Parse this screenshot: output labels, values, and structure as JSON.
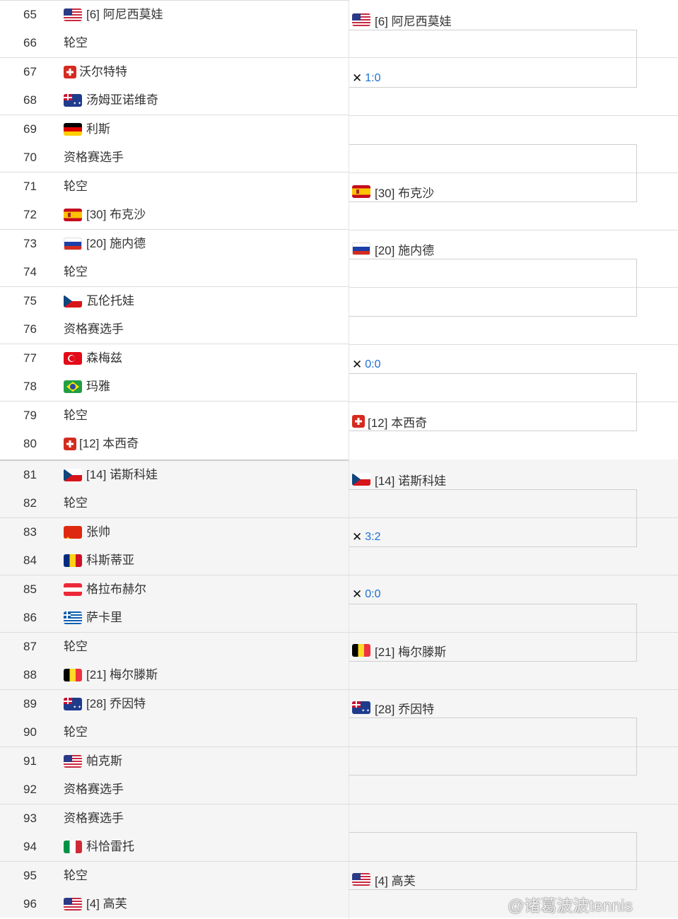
{
  "section_upper": {
    "pairs": [
      {
        "a": {
          "num": "65",
          "flag": "usa",
          "name": "[6] 阿尼西莫娃"
        },
        "b": {
          "num": "66",
          "flag": "",
          "name": "轮空"
        }
      },
      {
        "a": {
          "num": "67",
          "flag": "sui",
          "name": "沃尔特特"
        },
        "b": {
          "num": "68",
          "flag": "aus",
          "name": "汤姆亚诺维奇"
        }
      },
      {
        "a": {
          "num": "69",
          "flag": "ger",
          "name": "利斯"
        },
        "b": {
          "num": "70",
          "flag": "",
          "name": "资格赛选手"
        }
      },
      {
        "a": {
          "num": "71",
          "flag": "",
          "name": "轮空"
        },
        "b": {
          "num": "72",
          "flag": "esp",
          "name": "[30] 布克沙"
        }
      },
      {
        "a": {
          "num": "73",
          "flag": "rus",
          "name": "[20] 施内德"
        },
        "b": {
          "num": "74",
          "flag": "",
          "name": "轮空"
        }
      },
      {
        "a": {
          "num": "75",
          "flag": "cze",
          "name": "瓦伦托娃"
        },
        "b": {
          "num": "76",
          "flag": "",
          "name": "资格赛选手"
        }
      },
      {
        "a": {
          "num": "77",
          "flag": "tur",
          "name": "森梅兹"
        },
        "b": {
          "num": "78",
          "flag": "bra",
          "name": "玛雅"
        }
      },
      {
        "a": {
          "num": "79",
          "flag": "",
          "name": "轮空"
        },
        "b": {
          "num": "80",
          "flag": "sui",
          "name": "[12] 本西奇"
        }
      }
    ],
    "round2": [
      {
        "flag": "usa",
        "name": "[6] 阿尼西莫娃"
      },
      {
        "score_icon": "crossed-rackets-icon",
        "score": "1:0"
      },
      {
        "flag": "esp",
        "name": "[30] 布克沙"
      },
      {
        "flag": "rus",
        "name": "[20] 施内德"
      },
      {
        "score_icon": "crossed-rackets-icon",
        "score": "0:0"
      },
      {
        "flag": "sui",
        "name": "[12] 本西奇"
      }
    ]
  },
  "section_lower": {
    "pairs": [
      {
        "a": {
          "num": "81",
          "flag": "cze",
          "name": "[14] 诺斯科娃"
        },
        "b": {
          "num": "82",
          "flag": "",
          "name": "轮空"
        }
      },
      {
        "a": {
          "num": "83",
          "flag": "chn",
          "name": "张帅"
        },
        "b": {
          "num": "84",
          "flag": "rou",
          "name": "科斯蒂亚"
        }
      },
      {
        "a": {
          "num": "85",
          "flag": "aut",
          "name": "格拉布赫尔"
        },
        "b": {
          "num": "86",
          "flag": "gre",
          "name": "萨卡里"
        }
      },
      {
        "a": {
          "num": "87",
          "flag": "",
          "name": "轮空"
        },
        "b": {
          "num": "88",
          "flag": "bel",
          "name": "[21] 梅尔滕斯"
        }
      },
      {
        "a": {
          "num": "89",
          "flag": "aus",
          "name": "[28] 乔因特"
        },
        "b": {
          "num": "90",
          "flag": "",
          "name": "轮空"
        }
      },
      {
        "a": {
          "num": "91",
          "flag": "usa",
          "name": "帕克斯"
        },
        "b": {
          "num": "92",
          "flag": "",
          "name": "资格赛选手"
        }
      },
      {
        "a": {
          "num": "93",
          "flag": "",
          "name": "资格赛选手"
        },
        "b": {
          "num": "94",
          "flag": "ita",
          "name": "科恰雷托"
        }
      },
      {
        "a": {
          "num": "95",
          "flag": "",
          "name": "轮空"
        },
        "b": {
          "num": "96",
          "flag": "usa",
          "name": "[4] 高芙"
        }
      }
    ],
    "round2": [
      {
        "flag": "cze",
        "name": "[14] 诺斯科娃"
      },
      {
        "score_icon": "crossed-rackets-icon",
        "score": "3:2"
      },
      {
        "score_icon": "crossed-rackets-icon",
        "score": "0:0"
      },
      {
        "flag": "bel",
        "name": "[21] 梅尔滕斯"
      },
      {
        "flag": "aus",
        "name": "[28] 乔因特"
      },
      {
        "flag": "usa",
        "name": "[4] 高芙"
      }
    ]
  },
  "watermark": "@诸葛波波tennis",
  "colors": {
    "score_link": "#1b6fd1",
    "lower_bg": "#f5f5f5",
    "divider": "#dcdcdc"
  }
}
